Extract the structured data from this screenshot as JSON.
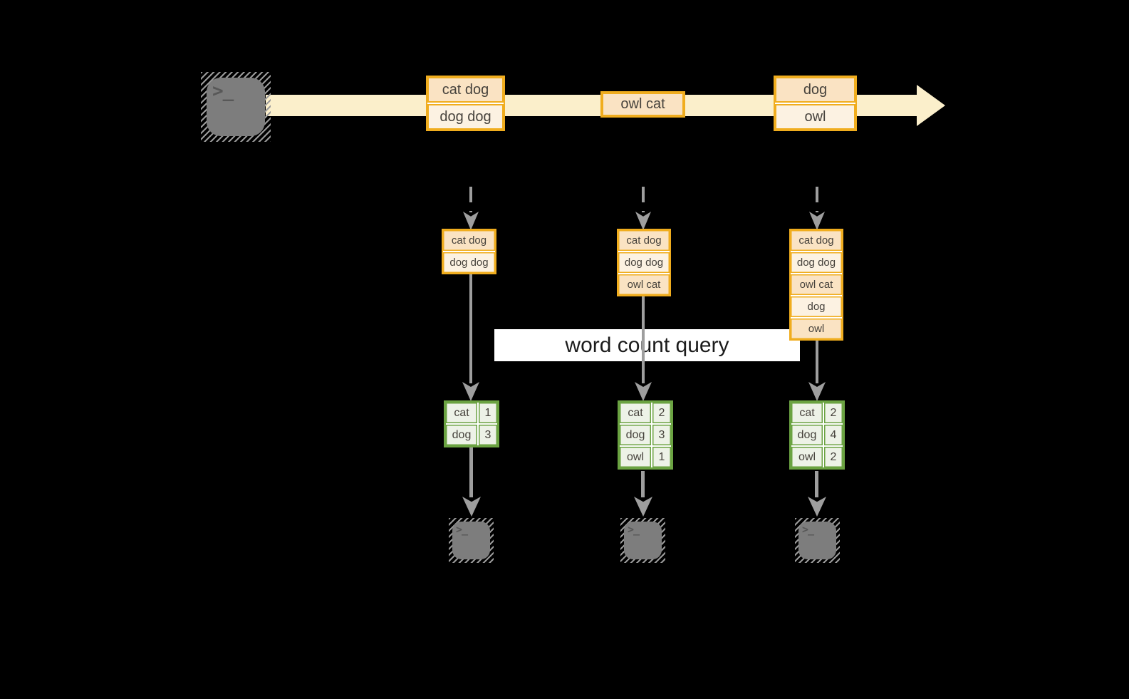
{
  "title": "word count query",
  "colors": {
    "background": "#000000",
    "amber_border": "#F0AD1E",
    "cell_peach": "#FAE3C3",
    "cell_cream": "#FCF2E2",
    "stream_band": "#FBEFCB",
    "green_border": "#6BA342",
    "green_fill": "#EDF2E7",
    "arrow_gray": "#9E9E9E",
    "terminal_gray": "#7D7D7D",
    "label_bg": "#FFFFFF",
    "text_dark": "#46423C",
    "title_text": "#1B1B1B"
  },
  "icons": {
    "source": "terminal-icon",
    "sinks": [
      "terminal-icon",
      "terminal-icon",
      "terminal-icon"
    ],
    "terminal_glyph": ">_"
  },
  "stream": {
    "events": [
      {
        "cells": [
          "cat dog",
          "dog dog"
        ]
      },
      {
        "cells": [
          "owl cat"
        ]
      },
      {
        "cells": [
          "dog",
          "owl"
        ]
      }
    ]
  },
  "columns": [
    {
      "state": [
        "cat dog",
        "dog dog"
      ],
      "counts": [
        {
          "word": "cat",
          "count": "1"
        },
        {
          "word": "dog",
          "count": "3"
        }
      ]
    },
    {
      "state": [
        "cat dog",
        "dog dog",
        "owl cat"
      ],
      "counts": [
        {
          "word": "cat",
          "count": "2"
        },
        {
          "word": "dog",
          "count": "3"
        },
        {
          "word": "owl",
          "count": "1"
        }
      ]
    },
    {
      "state": [
        "cat dog",
        "dog dog",
        "owl cat",
        "dog",
        "owl"
      ],
      "counts": [
        {
          "word": "cat",
          "count": "2"
        },
        {
          "word": "dog",
          "count": "4"
        },
        {
          "word": "owl",
          "count": "2"
        }
      ]
    }
  ]
}
